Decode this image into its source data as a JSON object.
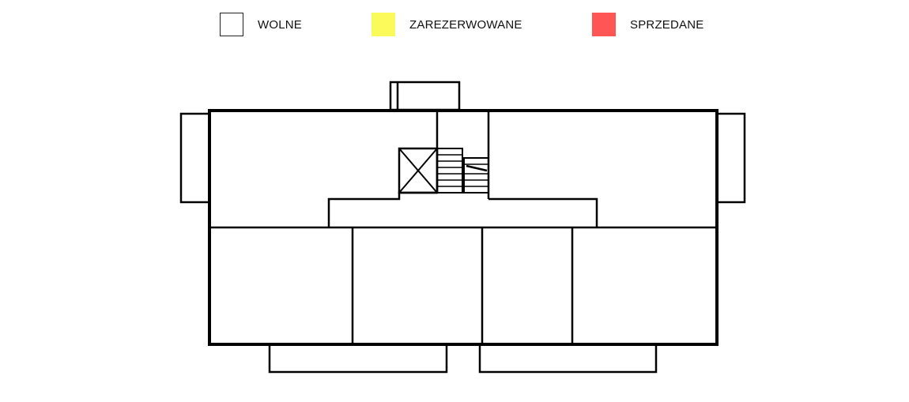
{
  "legend": {
    "items": [
      {
        "key": "free",
        "label": "WOLNE",
        "color": "#ffffff",
        "border": "#222222"
      },
      {
        "key": "reserved",
        "label": "ZAREZERWOWANE",
        "color": "#fafa5a"
      },
      {
        "key": "sold",
        "label": "SPRZEDANE",
        "color": "#ff5555"
      }
    ]
  },
  "plan": {
    "stroke_color": "#000000",
    "units_status": [
      "free",
      "free",
      "free",
      "free",
      "free",
      "free"
    ]
  }
}
